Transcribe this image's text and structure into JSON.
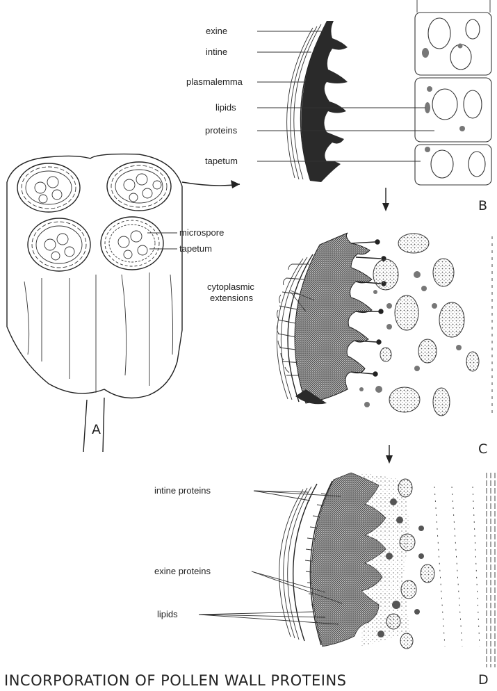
{
  "labels": {
    "exine": "exine",
    "intine": "intine",
    "plasmalemma": "plasmalemma",
    "lipids": "lipids",
    "proteins": "proteins",
    "tapetum": "tapetum",
    "microspore": "microspore",
    "tapetum_a": "tapetum",
    "cyto_1": "cytoplasmic",
    "cyto_2": "extensions",
    "intine_proteins": "intine proteins",
    "exine_proteins": "exine proteins",
    "lipids_d": "lipids"
  },
  "panels": {
    "a": "A",
    "b": "B",
    "c": "C",
    "d": "D"
  },
  "caption": "INCORPORATION OF  POLLEN WALL PROTEINS"
}
